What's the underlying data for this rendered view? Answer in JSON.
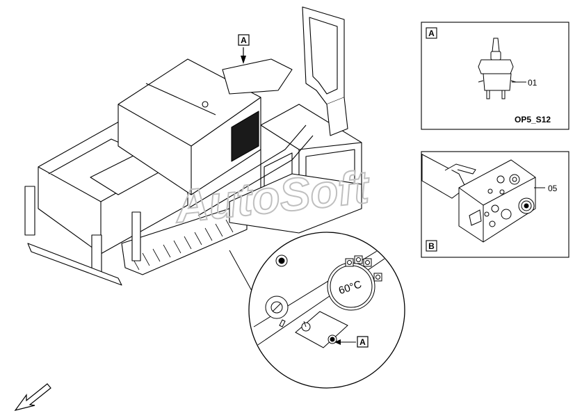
{
  "diagram": {
    "callout_main": "A",
    "callout_zoom": "A",
    "watermark": "AutoSoft",
    "zoom_detail": {
      "gauge_text": "60°C"
    }
  },
  "detail_a": {
    "label": "A",
    "part_number": "01",
    "caption": "OP5_S12"
  },
  "detail_b": {
    "label": "B",
    "part_number": "05"
  },
  "colors": {
    "line": "#000000",
    "grille": "#1a1a1a",
    "watermark": "#bfbfbf"
  }
}
